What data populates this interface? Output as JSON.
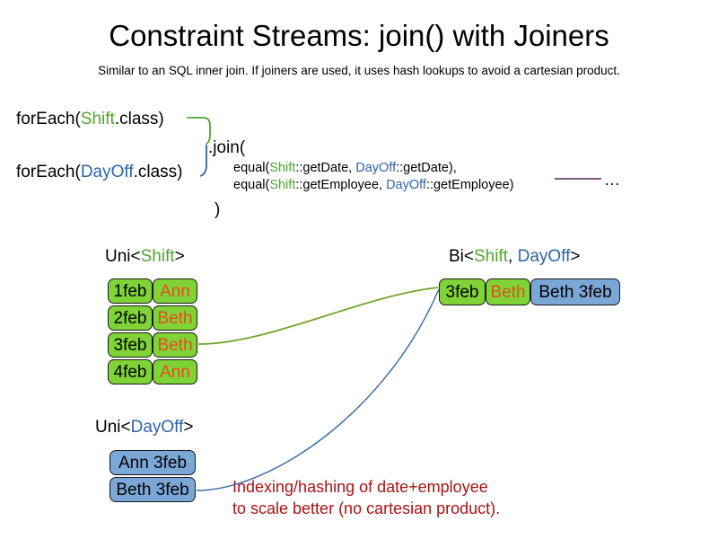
{
  "header": {
    "title": "Constraint Streams: join() with Joiners",
    "subtitle": "Similar to an SQL inner join. If joiners are used, it uses hash lookups to avoid a cartesian product."
  },
  "code": {
    "foreach_shift": {
      "prefix": "forEach(",
      "type": "Shift",
      "suffix": ".class)"
    },
    "foreach_dayoff": {
      "prefix": "forEach(",
      "type": "DayOff",
      "suffix": ".class)"
    },
    "join_open": ".join(",
    "join_close": ")",
    "joiner_date": {
      "prefix": "equal(",
      "left_type": "Shift",
      "left_method": "::getDate, ",
      "right_type": "DayOff",
      "right_method": "::getDate),"
    },
    "joiner_employee": {
      "prefix": "equal(",
      "left_type": "Shift",
      "left_method": "::getEmployee, ",
      "right_type": "DayOff",
      "right_method": "::getEmployee)"
    },
    "ellipsis": "…"
  },
  "streams": {
    "uni_shift": {
      "label_prefix": "Uni<",
      "label_type": "Shift",
      "label_suffix": ">",
      "rows": [
        {
          "date": "1feb",
          "employee": "Ann"
        },
        {
          "date": "2feb",
          "employee": "Beth"
        },
        {
          "date": "3feb",
          "employee": "Beth"
        },
        {
          "date": "4feb",
          "employee": "Ann"
        }
      ]
    },
    "uni_dayoff": {
      "label_prefix": "Uni<",
      "label_type": "DayOff",
      "label_suffix": ">",
      "rows": [
        {
          "text": "Ann 3feb"
        },
        {
          "text": "Beth 3feb"
        }
      ]
    },
    "bi": {
      "label_prefix": "Bi<",
      "label_type_a": "Shift",
      "label_separator": ", ",
      "label_type_b": "DayOff",
      "label_suffix": ">",
      "row": {
        "date": "3feb",
        "employee": "Beth",
        "dayoff": "Beth 3feb"
      }
    }
  },
  "annotation": {
    "text": "Indexing/hashing of date+employee\nto scale better (no cartesian product)."
  },
  "colors": {
    "shift_green": "#4EA72E",
    "dayoff_blue": "#2E64A7",
    "box_green": "#80D337",
    "box_blue": "#7BA7D7",
    "employee_orange": "#E2501E",
    "annotation_red": "#AA1316",
    "rule_purple": "#7B5C82"
  }
}
